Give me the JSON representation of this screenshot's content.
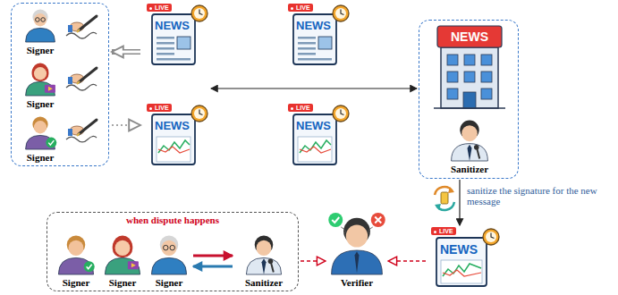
{
  "diagram": {
    "nodes": [
      {
        "text": []
      },
      {
        "text": [
          "Signer"
        ],
        "in": 0
      },
      {
        "text": [
          "Signer"
        ],
        "in": 0
      },
      {
        "text": [
          "Signer"
        ],
        "in": 0
      },
      {
        "text": [
          "LIVE",
          "NEWS"
        ]
      },
      {
        "text": [
          "LIVE",
          "NEWS"
        ]
      },
      {
        "text": [
          "LIVE",
          "NEWS"
        ]
      },
      {
        "text": [
          "LIVE",
          "NEWS"
        ]
      },
      {
        "text": []
      },
      {
        "text": [
          "NEWS"
        ],
        "in": 8
      },
      {
        "text": [
          "Sanitizer"
        ],
        "in": 8
      },
      {
        "text": [
          "LIVE",
          "NEWS"
        ]
      },
      {
        "text": [
          "when dispute happens"
        ]
      },
      {
        "text": [
          "Signer"
        ],
        "in": 12
      },
      {
        "text": [
          "Signer"
        ],
        "in": 12
      },
      {
        "text": [
          "Signer"
        ],
        "in": 12
      },
      {
        "text": [
          "Sanitizer"
        ],
        "in": 12
      },
      {
        "text": [
          "Verifier"
        ]
      }
    ],
    "edges": [
      {
        "from": 4,
        "to": 0,
        "arrow": "to"
      },
      {
        "from": 0,
        "to": 6,
        "arrow": "to"
      },
      {
        "from": 4,
        "to": 8,
        "arrow": "both"
      },
      {
        "from": 8,
        "to": 11,
        "arrow": "to",
        "label": "sanitize the signature for the new message"
      },
      {
        "from": 15,
        "to": 16,
        "arrow": "to"
      },
      {
        "from": 16,
        "to": 15,
        "arrow": "to"
      },
      {
        "from": 12,
        "to": 17,
        "arrow": "to"
      },
      {
        "from": 11,
        "to": 17,
        "arrow": "to"
      }
    ]
  }
}
